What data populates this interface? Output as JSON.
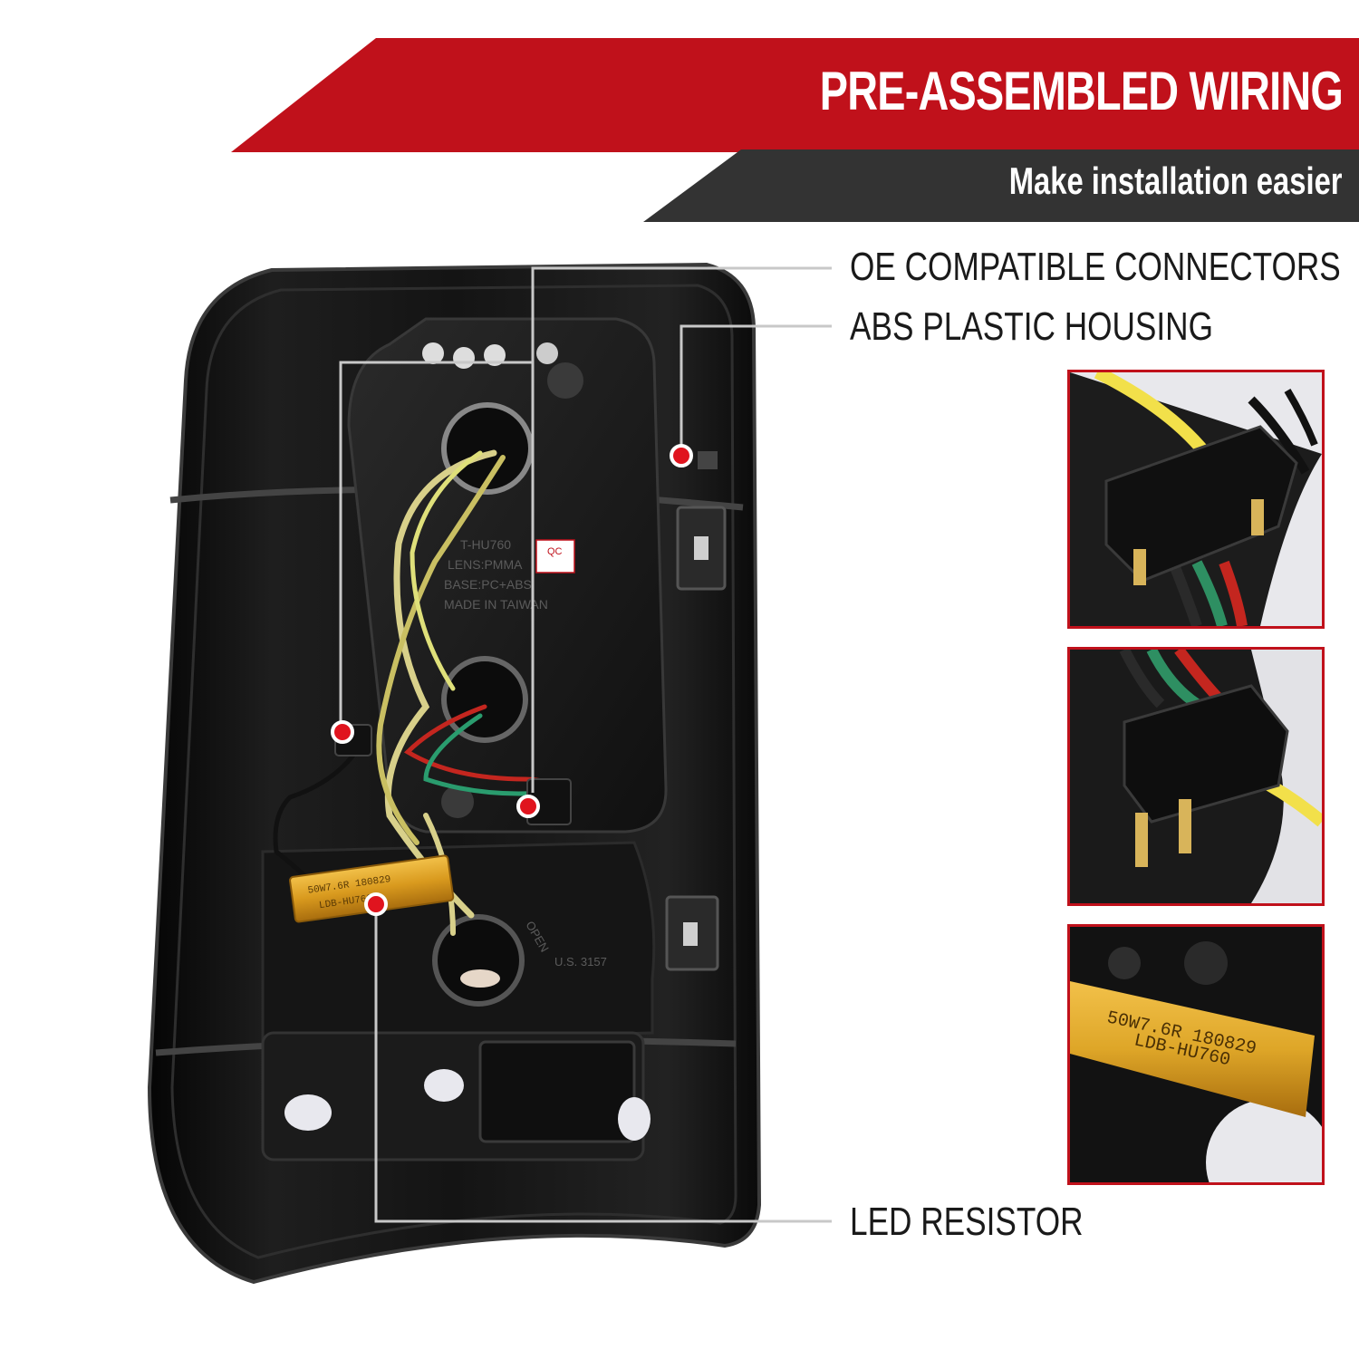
{
  "banner": {
    "headline": "PRE-ASSEMBLED WIRING",
    "subline": "Make installation easier",
    "red_color": "#c0111b",
    "dark_color": "#333333"
  },
  "callouts": [
    {
      "label": "OE COMPATIBLE CONNECTORS"
    },
    {
      "label": "ABS PLASTIC HOUSING"
    },
    {
      "label": "LED RESISTOR"
    }
  ],
  "product": {
    "housing_markings": [
      "T-HU760",
      "LENS:PMMA",
      "BASE:PC+ABS",
      "MADE IN TAIWAN"
    ],
    "qc_label": "QC",
    "bulb_marking": "U.S. 3157",
    "socket_marking": "OPEN",
    "resistor_marking": [
      "50W7.6R 180829",
      "LDB-HU760"
    ]
  },
  "insets": [
    {
      "name": "connector-closeup-1",
      "icon": "connector-icon"
    },
    {
      "name": "connector-closeup-2",
      "icon": "connector-icon"
    },
    {
      "name": "resistor-closeup",
      "icon": "resistor-icon"
    }
  ],
  "accent": {
    "marker_dot": "#e0141e",
    "leader_line": "#c8c8c8"
  }
}
